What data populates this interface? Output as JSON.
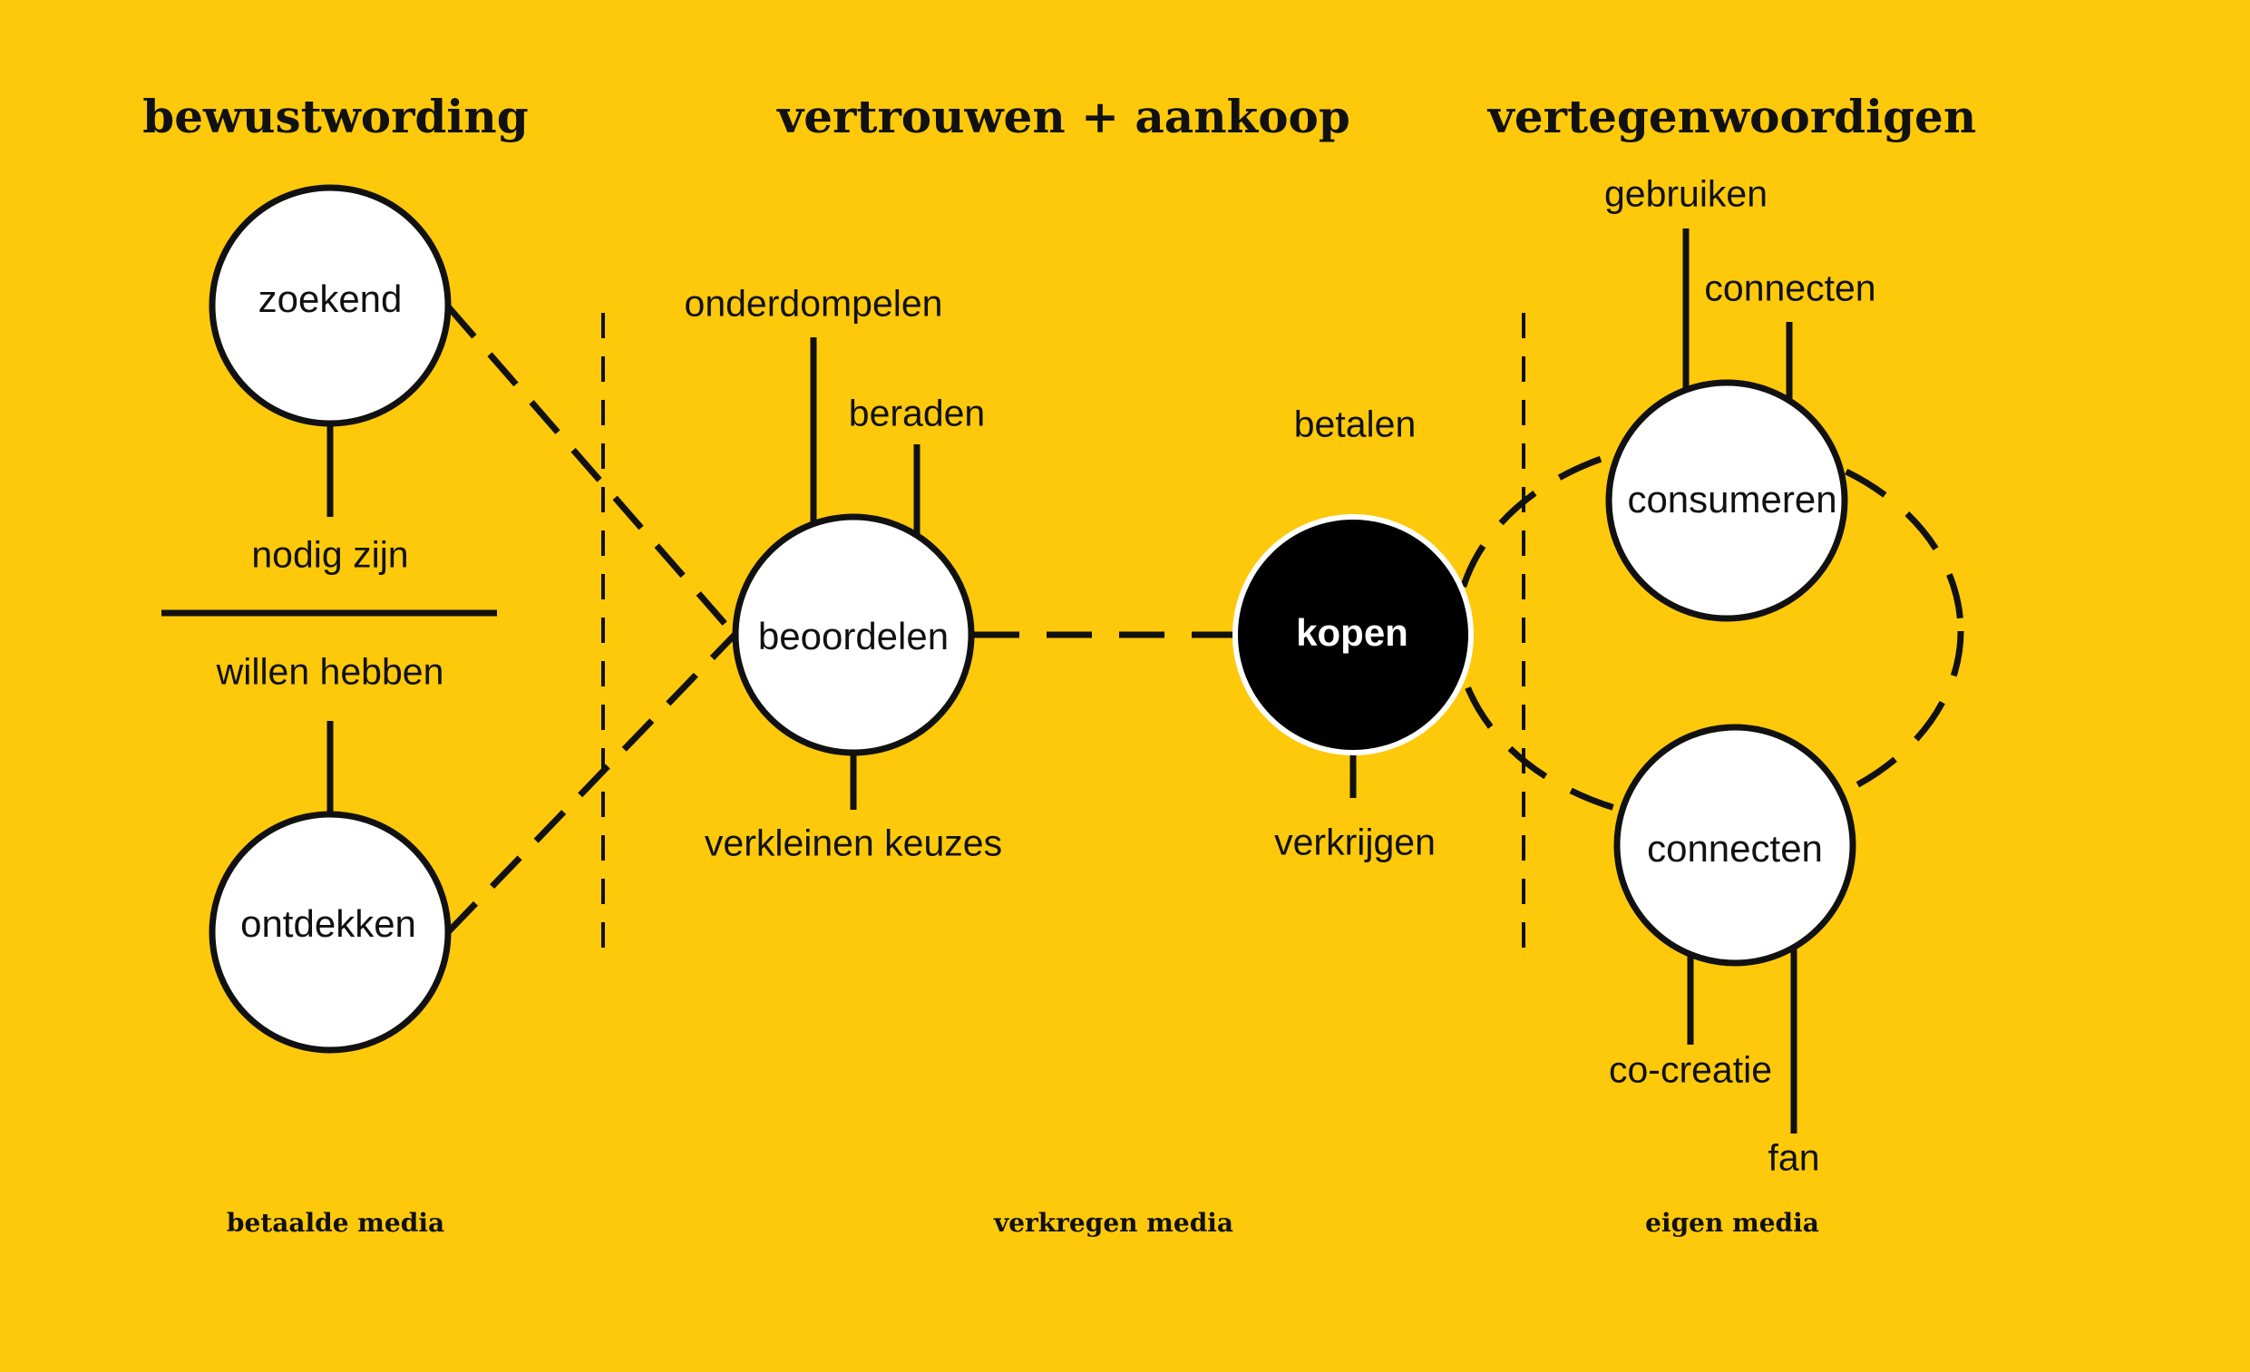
{
  "phases": {
    "awareness": "bewustwording",
    "trust_purchase": "vertrouwen + aankoop",
    "represent": "vertegenwoordigen"
  },
  "nodes": {
    "zoekend": "zoekend",
    "ontdekken": "ontdekken",
    "beoordelen": "beoordelen",
    "kopen": "kopen",
    "consumeren": "consumeren",
    "connecten": "connecten"
  },
  "labels": {
    "nodig_zijn": "nodig zijn",
    "willen_hebben": "willen hebben",
    "onderdompelen": "onderdompelen",
    "beraden": "beraden",
    "verkleinen_keuzes": "verkleinen keuzes",
    "betalen": "betalen",
    "verkrijgen": "verkrijgen",
    "gebruiken": "gebruiken",
    "connecten_top": "connecten",
    "co_creatie": "co-creatie",
    "fan": "fan"
  },
  "media": {
    "paid": "betaalde media",
    "earned": "verkregen media",
    "owned": "eigen media"
  },
  "colors": {
    "background": "#FDC90A",
    "ink": "#111111",
    "node_fill": "#FFFFFF",
    "node_active_fill": "#000000"
  }
}
